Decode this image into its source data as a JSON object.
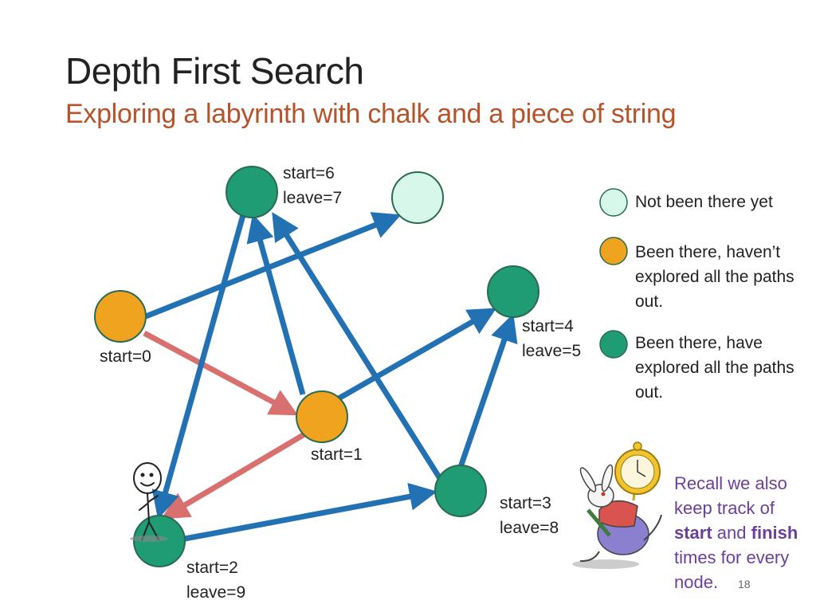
{
  "slide": {
    "title": "Depth First Search",
    "subtitle": "Exploring a labyrinth with chalk and a piece of string",
    "page_number": "18"
  },
  "colors": {
    "unvisited": "#d7f7ea",
    "in_progress": "#f0a31e",
    "done": "#1f9c74",
    "tree_edge_active": "#d87070",
    "edge": "#2271b3",
    "subtitle": "#b5532a",
    "recall_text": "#6b3f9a"
  },
  "node_labels": {
    "n0": "start=0",
    "n1": "start=1",
    "n2_start": "start=2",
    "n2_leave": "leave=9",
    "n3_start": "start=3",
    "n3_leave": "leave=8",
    "n4_start": "start=4",
    "n4_leave": "leave=5",
    "n6_start": "start=6",
    "n6_leave": "leave=7"
  },
  "legend": {
    "unvisited": "Not been there yet",
    "in_progress": "Been there, haven’t explored all the paths out.",
    "done": "Been there, have explored all the paths out."
  },
  "recall": {
    "part1": "Recall we also keep track of ",
    "start_word": "start",
    "and_word": " and ",
    "finish_word": "finish",
    "part2": " times for every node."
  }
}
